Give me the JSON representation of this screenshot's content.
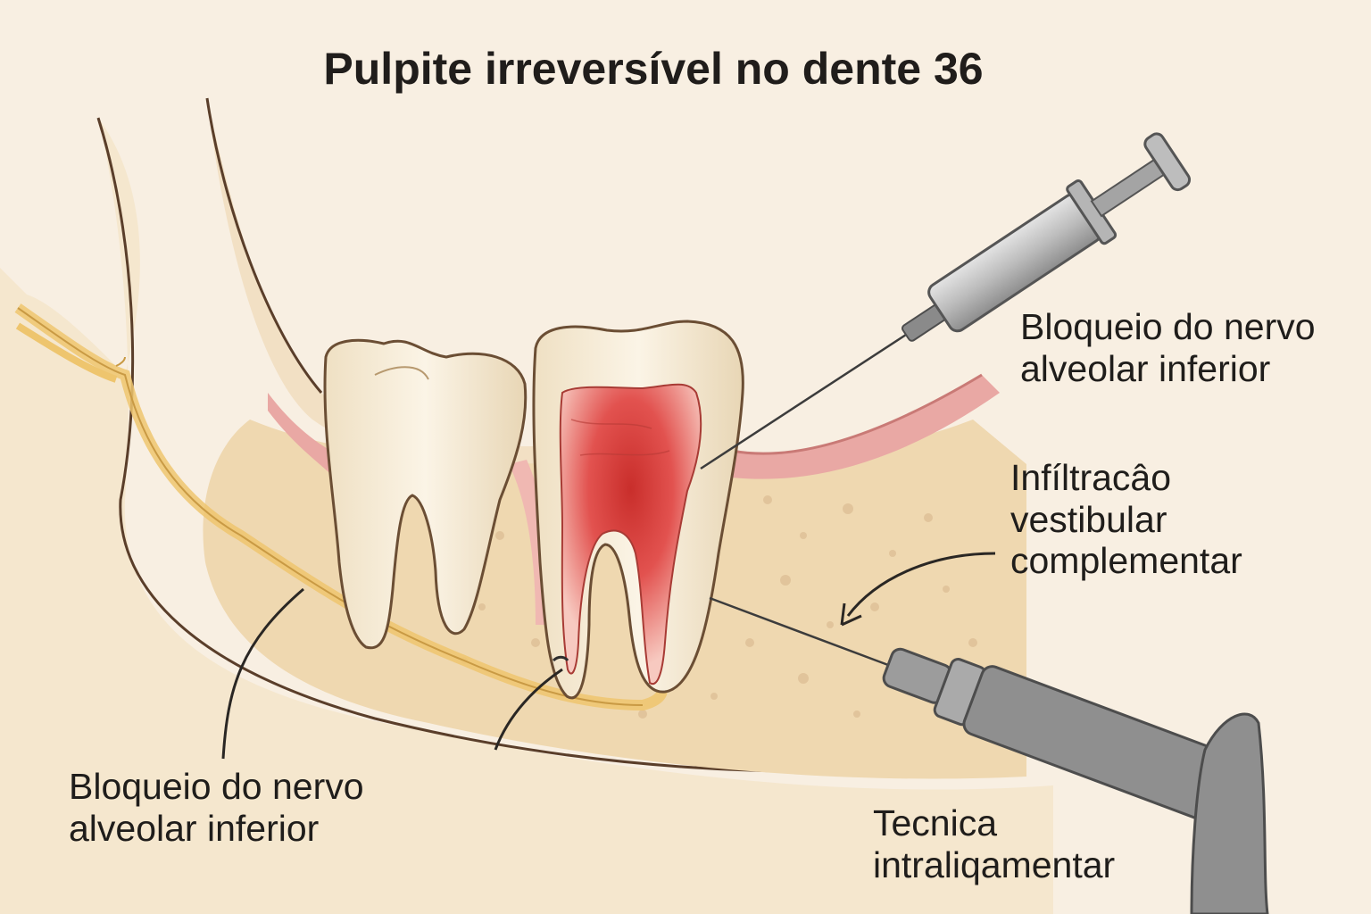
{
  "title": "Pulpite irreversível no dente 36",
  "labels": {
    "ian_right": {
      "line1": "Bloqueio do nervo",
      "line2": "alveolar inferior"
    },
    "infiltration": {
      "line1": "Infíltracâo",
      "line2": "vestibular",
      "line3": "complementar"
    },
    "ian_left": {
      "line1": "Bloqueio do nervo",
      "line2": "alveolar inferior"
    },
    "intraligamentary": {
      "line1": "Tecnica",
      "line2": "intraliqamentar"
    }
  },
  "colors": {
    "background": "#f8efe2",
    "bone": "#f1dcb7",
    "gum": "#e9a8a4",
    "tooth": "#f6ead5",
    "pulp": "#e2524f",
    "nerve": "#eec56e",
    "syringe": "#9b9b9b"
  }
}
